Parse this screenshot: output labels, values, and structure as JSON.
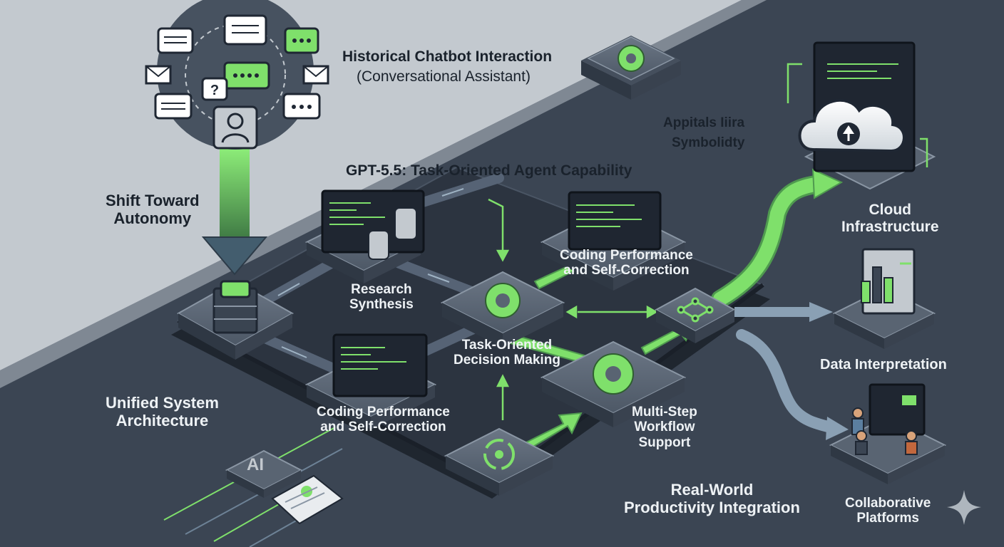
{
  "colors": {
    "background_light": "#c3c9cf",
    "background_dark": "#3b4553",
    "platform": "#2c3440",
    "tile": "#596472",
    "accent_green": "#7fe06b",
    "arrow_blue": "#6d8296"
  },
  "labels": {
    "historical_title": "Historical Chatbot Interaction",
    "historical_sub": "(Conversational Assistant)",
    "appitals": "Appitals Iiira",
    "symbolidty": "Symbolidty",
    "gpt_heading": "GPT-5.5: Task-Oriented Agent Capability",
    "shift_line1": "Shift Toward",
    "shift_line2": "Autonomy",
    "research_line1": "Research",
    "research_line2": "Synthesis",
    "coding_top_line1": "Coding Performance",
    "coding_top_line2": "and Self-Correction",
    "task_line1": "Task-Oriented",
    "task_line2": "Decision Making",
    "coding_bottom_line1": "Coding Performance",
    "coding_bottom_line2": "and Self-Correction",
    "multistep_line1": "Multi-Step",
    "multistep_line2": "Workflow",
    "multistep_line3": "Support",
    "unified_line1": "Unified System",
    "unified_line2": "Architecture",
    "realworld_line1": "Real-World",
    "realworld_line2": "Productivity Integration",
    "cloud_line1": "Cloud",
    "cloud_line2": "Infrastructure",
    "data_interp": "Data Interpretation",
    "collab_line1": "Collaborative",
    "collab_line2": "Platforms",
    "ai_badge": "AI"
  },
  "icons": [
    "chat-bubble-icon",
    "envelope-icon",
    "question-bubble-icon",
    "user-icon",
    "database-icon",
    "gear-icon",
    "code-window-icon",
    "refresh-cycle-icon",
    "network-nodes-icon",
    "cloud-upload-icon",
    "bar-chart-icon",
    "collaborators-icon",
    "document-icon",
    "sparkle-icon"
  ]
}
